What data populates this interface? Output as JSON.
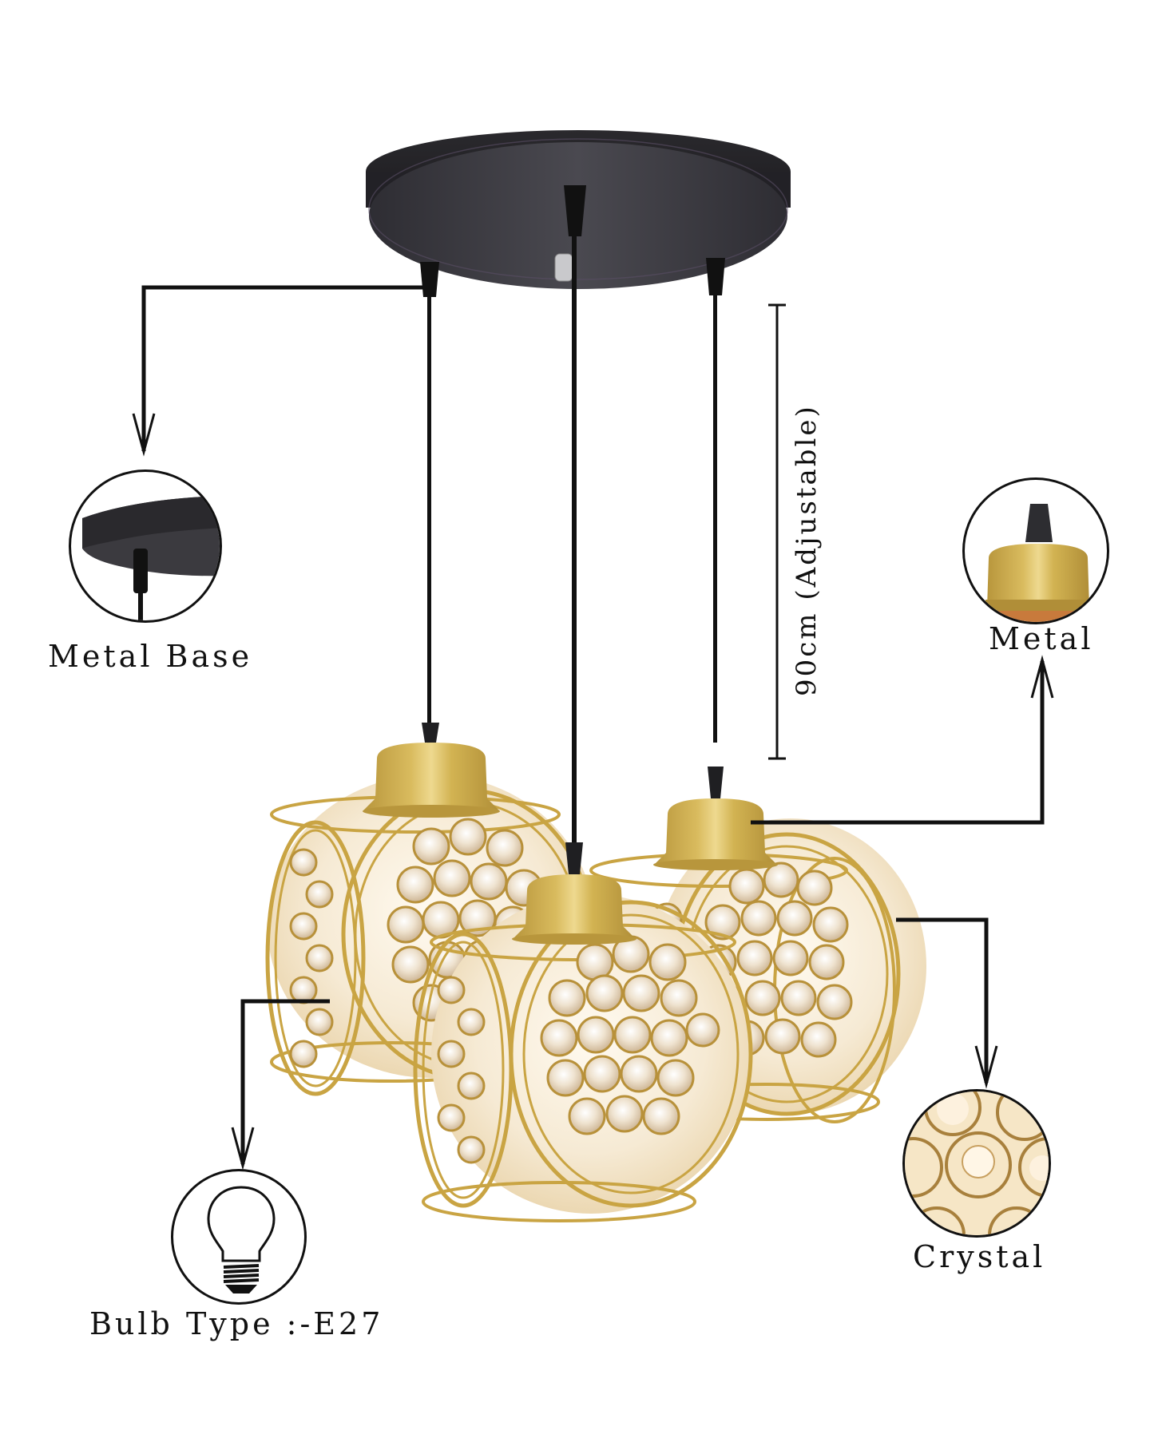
{
  "product": {
    "description": "3-light cluster pendant ceiling lamp with round black metal canopy and gold wire crystal shades"
  },
  "colors": {
    "background": "#ffffff",
    "canopy": "#232226",
    "canopy_face": "#3a393d",
    "cord": "#111111",
    "cap_gold": "#c9a84c",
    "cap_highlight": "#e3c872",
    "wire_gold": "#c9a443",
    "crystal": "#f3e6d2",
    "annotation": "#111111"
  },
  "annotations": {
    "metal_base": {
      "label": "Metal Base",
      "icon": "canopy-closeup"
    },
    "metal": {
      "label": "Metal",
      "icon": "lamp-cap-closeup"
    },
    "crystal": {
      "label": "Crystal",
      "icon": "crystal-shade-closeup"
    },
    "bulb_type": {
      "label": "Bulb Type :-E27",
      "icon": "lightbulb-icon"
    },
    "dimension": {
      "label": "90cm (Adjustable)"
    }
  }
}
